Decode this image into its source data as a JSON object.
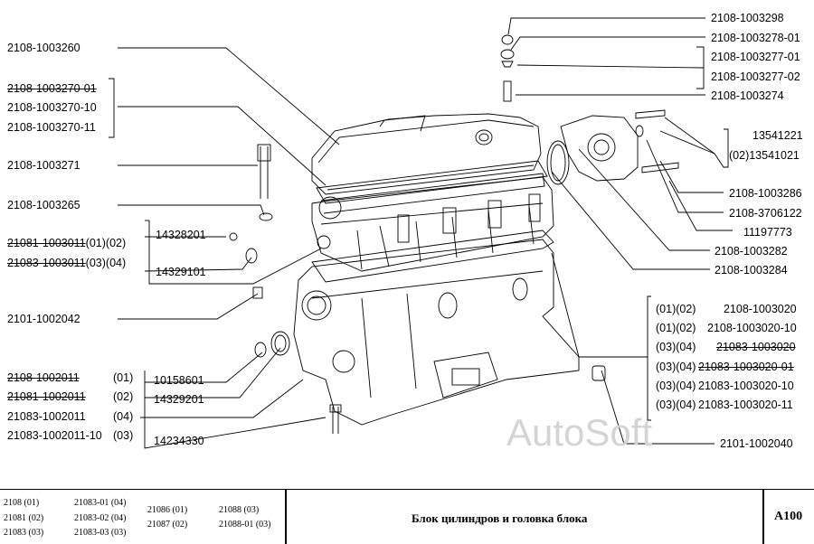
{
  "left_labels": {
    "p1003260": "2108-1003260",
    "p1003270_01": "2108-1003270-01",
    "p1003270_10": "2108-1003270-10",
    "p1003270_11": "2108-1003270-11",
    "p1003271": "2108-1003271",
    "p1003265": "2108-1003265",
    "p21081_1003011": "21081-1003011",
    "p21081_1003011_suffix": "(01)(02)",
    "p21083_1003011": "21083-1003011",
    "p21083_1003011_suffix": "(03)(04)",
    "p14328201": "14328201",
    "p14329101": "14329101",
    "p2101_1002042": "2101-1002042",
    "p2108_1002011": "2108-1002011",
    "p2108_1002011_v": "(01)",
    "p21081_1002011": "21081-1002011",
    "p21081_1002011_v": "(02)",
    "p21083_1002011": "21083-1002011",
    "p21083_1002011_v": "(04)",
    "p21083_1002011_10": "21083-1002011-10",
    "p21083_1002011_10_v": "(03)",
    "p10158601": "10158601",
    "p14329201": "14329201",
    "p14234330": "14234330"
  },
  "right_labels": {
    "p1003298": "2108-1003298",
    "p1003278_01": "2108-1003278-01",
    "p1003277_01": "2108-1003277-01",
    "p1003277_02": "2108-1003277-02",
    "p1003274": "2108-1003274",
    "p13541221": "13541221",
    "p13541021": "(02)13541021",
    "p1003286": "2108-1003286",
    "p3706122": "2108-3706122",
    "p11197773": "11197773",
    "p1003282": "2108-1003282",
    "p1003284": "2108-1003284",
    "r1_v": "(01)(02)",
    "r1_p": "2108-1003020",
    "r2_v": "(01)(02)",
    "r2_p": "2108-1003020-10",
    "r3_v": "(03)(04)",
    "r3_p": "21083-1003020",
    "r4_v": "(03)(04)",
    "r4_p": "21083-1003020-01",
    "r5_v": "(03)(04)",
    "r5_p": "21083-1003020-10",
    "r6_v": "(03)(04)",
    "r6_p": "21083-1003020-11",
    "p2101_1002040": "2101-1002040"
  },
  "watermark": "AutoSoft",
  "footer": {
    "models_col1": [
      "2108 (01)",
      "21081 (02)",
      "21083 (03)"
    ],
    "models_col2": [
      "21083-01 (04)",
      "21083-02 (04)",
      "21083-03 (03)"
    ],
    "models_col3": [
      "21086 (01)",
      "21087 (02)"
    ],
    "models_col4": [
      "21088 (03)",
      "21088-01 (03)"
    ],
    "title": "Блок цилиндров и головка блока",
    "code": "A100"
  }
}
